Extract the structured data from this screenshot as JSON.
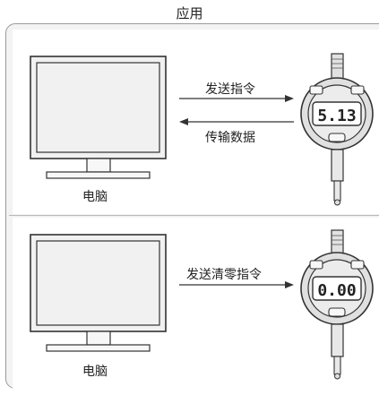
{
  "title": "应用",
  "panels": [
    {
      "pc_label": "电脑",
      "send_label": "发送指令",
      "receive_label": "传输数据",
      "display_value": "5.13"
    },
    {
      "pc_label": "电脑",
      "send_label": "发送清零指令",
      "display_value": "0.00"
    }
  ],
  "colors": {
    "line": "#333333",
    "monitor_fill": "#f1f1f1",
    "gauge_fill": "#dcdcdc",
    "lcd_fill": "#ffffff",
    "frame": "#9a9a9a"
  },
  "icons": [
    "monitor-icon",
    "dial-indicator-icon",
    "arrow-right-icon",
    "arrow-left-icon"
  ]
}
